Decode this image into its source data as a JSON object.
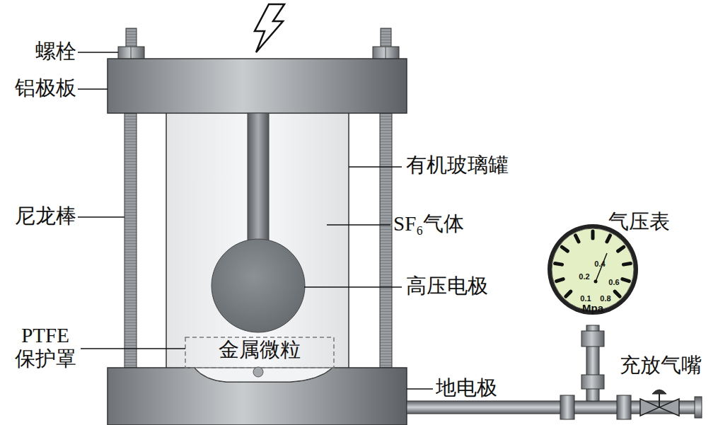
{
  "diagram": {
    "labels": [
      "螺栓",
      "铝极板",
      "有机玻璃罐",
      "尼龙棒",
      "SF₆气体",
      "气压表",
      "0.4",
      "0.2",
      "0.6",
      "0.1",
      "0.8",
      "Mpa",
      "高压电极",
      "PTFE 保护罩",
      "金属微粒",
      "充放气嘴",
      "地电极"
    ]
  }
}
